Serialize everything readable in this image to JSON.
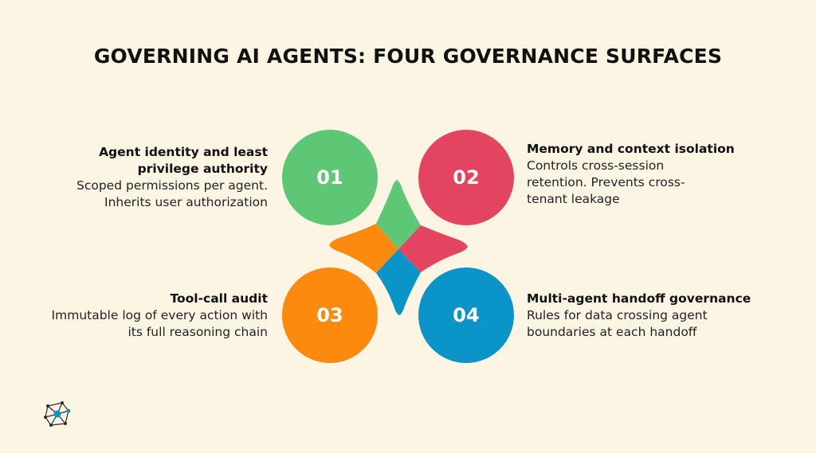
{
  "title": "GOVERNING AI AGENTS: FOUR GOVERNANCE SURFACES",
  "colors": {
    "background": "#fdf5e4",
    "green": "#5ec776",
    "pink": "#e34560",
    "orange": "#fb8a0f",
    "blue": "#0a94c8"
  },
  "surfaces": [
    {
      "number": "01",
      "heading_line1": "Agent identity and least",
      "heading_line2": "privilege authority",
      "desc_line1": "Scoped permissions per agent.",
      "desc_line2": "Inherits user authorization",
      "color": "#5ec776"
    },
    {
      "number": "02",
      "heading": "Memory and context isolation",
      "desc_line1": "Controls cross-session",
      "desc_line2": "retention. Prevents cross-",
      "desc_line3": "tenant leakage",
      "color": "#e34560"
    },
    {
      "number": "03",
      "heading": "Tool-call audit",
      "desc_line1": "Immutable log of every action with",
      "desc_line2": "its full reasoning chain",
      "color": "#fb8a0f"
    },
    {
      "number": "04",
      "heading": "Multi-agent handoff governance",
      "desc_line1": "Rules for data crossing agent",
      "desc_line2": "boundaries at each handoff",
      "color": "#0a94c8"
    }
  ],
  "logo_icon": "network-node-logo-icon"
}
